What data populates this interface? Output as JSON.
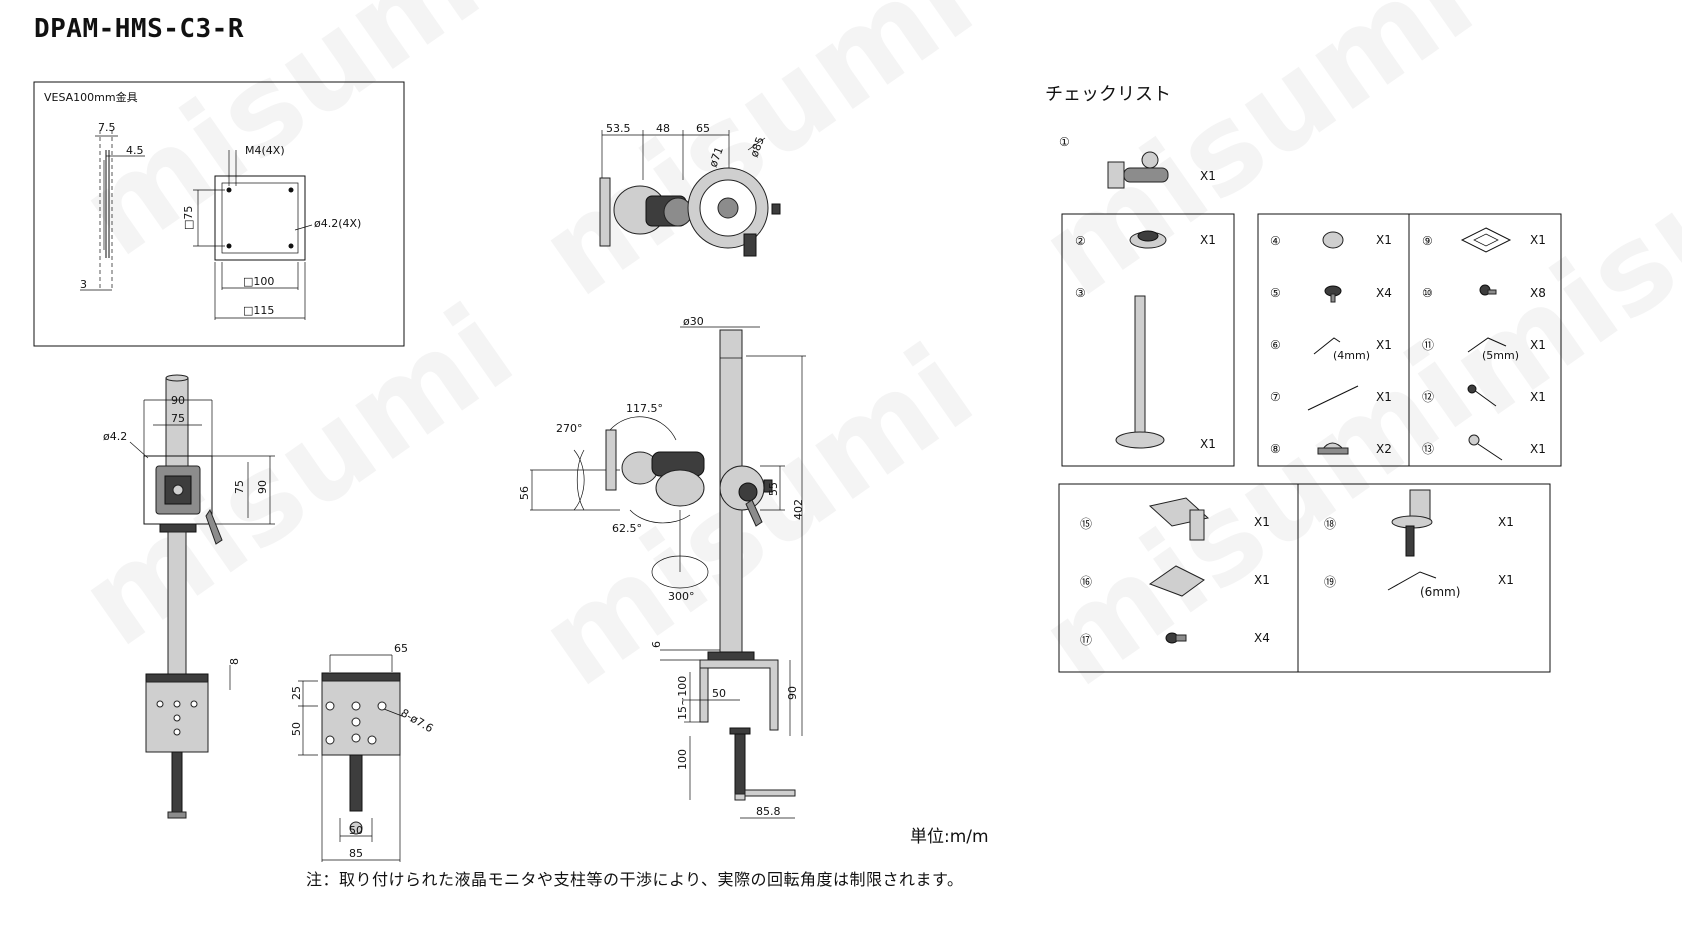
{
  "title": "DPAM-HMS-C3-R",
  "vesa_box": {
    "label": "VESA100mm金具",
    "dims": [
      "7.5",
      "4.5",
      "3",
      "M4(4X)",
      "□75",
      "ø4.2(4X)",
      "□100",
      "□115"
    ]
  },
  "top_view": {
    "dims": [
      "53.5",
      "48",
      "65",
      "ø71",
      "ø85"
    ]
  },
  "front_view": {
    "dims": [
      "90",
      "75",
      "ø4.2",
      "75",
      "90",
      "8"
    ]
  },
  "clamp_view": {
    "dims": [
      "65",
      "25",
      "50",
      "8-ø7.6",
      "50",
      "85"
    ]
  },
  "side_view": {
    "dims": [
      "ø30",
      "117.5°",
      "270°",
      "56",
      "62.5°",
      "300°",
      "55",
      "402",
      "6",
      "15~100",
      "50",
      "90",
      "100",
      "85.8"
    ]
  },
  "checklist": {
    "title": "チェックリスト",
    "items": [
      {
        "num": "①",
        "qty": "X1",
        "icon": "arm-assembly-icon"
      },
      {
        "num": "②",
        "qty": "X1",
        "icon": "cap-nut-icon"
      },
      {
        "num": "③",
        "qty": "X1",
        "icon": "pole-icon"
      },
      {
        "num": "④",
        "qty": "X1",
        "icon": "cap-icon"
      },
      {
        "num": "⑤",
        "qty": "X4",
        "icon": "screw-icon"
      },
      {
        "num": "⑥",
        "qty": "X1",
        "icon": "hex-key-icon",
        "note": "(4mm)"
      },
      {
        "num": "⑦",
        "qty": "X1",
        "icon": "rod-icon"
      },
      {
        "num": "⑧",
        "qty": "X2",
        "icon": "cable-clip-icon"
      },
      {
        "num": "⑨",
        "qty": "X1",
        "icon": "square-plate-icon"
      },
      {
        "num": "⑩",
        "qty": "X8",
        "icon": "bolt-icon"
      },
      {
        "num": "⑪",
        "qty": "X1",
        "icon": "hex-key-icon",
        "note": "(5mm)"
      },
      {
        "num": "⑫",
        "qty": "X1",
        "icon": "long-bolt-icon"
      },
      {
        "num": "⑬",
        "qty": "X1",
        "icon": "wrench-icon"
      },
      {
        "num": "⑮",
        "qty": "X1",
        "icon": "bracket-icon"
      },
      {
        "num": "⑯",
        "qty": "X1",
        "icon": "plate-icon"
      },
      {
        "num": "⑰",
        "qty": "X4",
        "icon": "knob-bolt-icon"
      },
      {
        "num": "⑱",
        "qty": "X1",
        "icon": "grommet-clamp-icon"
      },
      {
        "num": "⑲",
        "qty": "X1",
        "icon": "hex-key-icon",
        "note": "(6mm)"
      }
    ]
  },
  "units": "単位:m/m",
  "note": "注：取り付けられた液晶モニタや支柱等の干渉により、実際の回転角度は制限されます。",
  "watermark": "misumi"
}
